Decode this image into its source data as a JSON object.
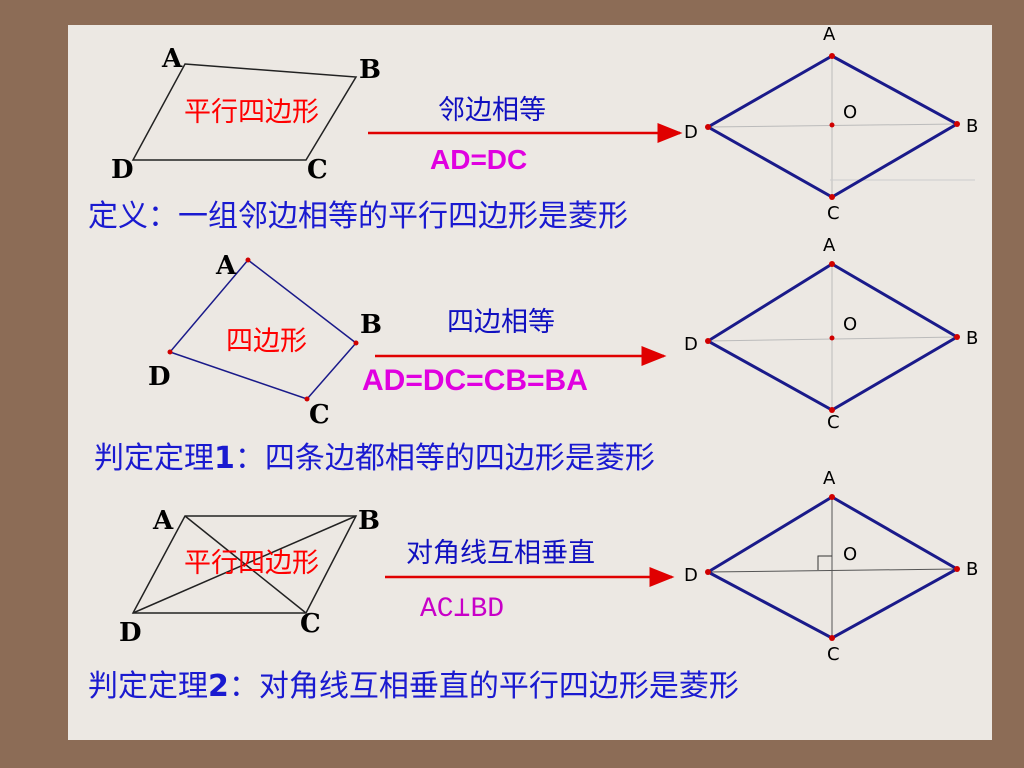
{
  "section1": {
    "parallelogram": {
      "label": "平行四边形",
      "A": "A",
      "B": "B",
      "C": "C",
      "D": "D"
    },
    "condition": "邻边相等",
    "formula": "AD=DC",
    "rhombus": {
      "A": "A",
      "B": "B",
      "C": "C",
      "D": "D",
      "O": "O"
    },
    "definition": "定义：一组邻边相等的平行四边形是菱形"
  },
  "section2": {
    "quadrilateral": {
      "label": "四边形",
      "A": "A",
      "B": "B",
      "C": "C",
      "D": "D"
    },
    "condition": "四边相等",
    "formula": "AD=DC=CB=BA",
    "rhombus": {
      "A": "A",
      "B": "B",
      "C": "C",
      "D": "D",
      "O": "O"
    },
    "theorem_prefix": "判定定理",
    "theorem_num": "1",
    "theorem_text": "：四条边都相等的四边形是菱形"
  },
  "section3": {
    "parallelogram": {
      "label": "平行四边形",
      "A": "A",
      "B": "B",
      "C": "C",
      "D": "D"
    },
    "condition": "对角线互相垂直",
    "formula": "AC⊥BD",
    "rhombus": {
      "A": "A",
      "B": "B",
      "C": "C",
      "D": "D",
      "O": "O"
    },
    "theorem_prefix": "判定定理",
    "theorem_num": "2",
    "theorem_text": "：对角线互相垂直的平行四边形是菱形"
  },
  "colors": {
    "background": "#8c6c56",
    "slide": "#ece8e3",
    "shape_line": "#1a1a8a",
    "arrow": "#e00000",
    "label_red": "#ff0000",
    "text_blue": "#1010c0",
    "formula_magenta": "#e000e0",
    "point": "#d00000"
  }
}
